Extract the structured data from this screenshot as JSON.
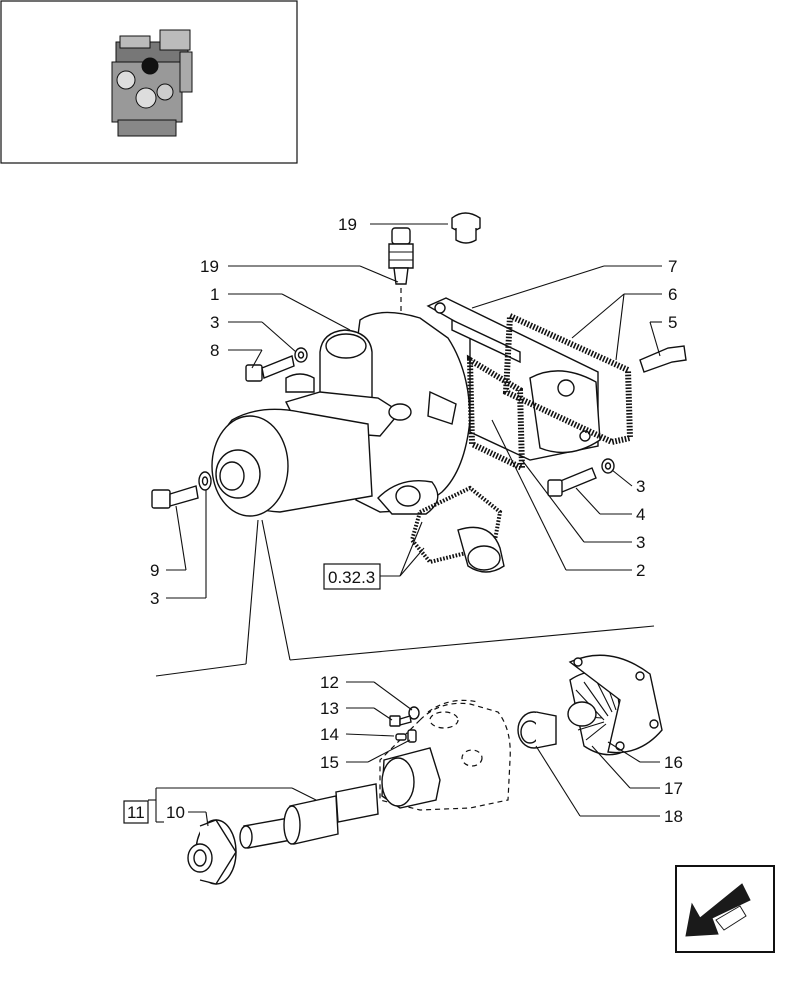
{
  "labels": {
    "l19a": "19",
    "l19b": "19",
    "l1": "1",
    "l3a": "3",
    "l8": "8",
    "l7": "7",
    "l6": "6",
    "l5": "5",
    "l3b": "3",
    "l4": "4",
    "l3c": "3",
    "l2": "2",
    "l9": "9",
    "l3d": "3",
    "ref": "0.32.3",
    "l12": "12",
    "l13": "13",
    "l14": "14",
    "l15": "15",
    "l16": "16",
    "l17": "17",
    "l18": "18",
    "l11": "11",
    "l10": "10"
  },
  "colors": {
    "ink": "#111111",
    "paper": "#ffffff",
    "nav": "#1a1a1a"
  },
  "icons": {
    "nav": "arrow-down-left-icon",
    "thumb": "engine-thumbnail-icon"
  }
}
